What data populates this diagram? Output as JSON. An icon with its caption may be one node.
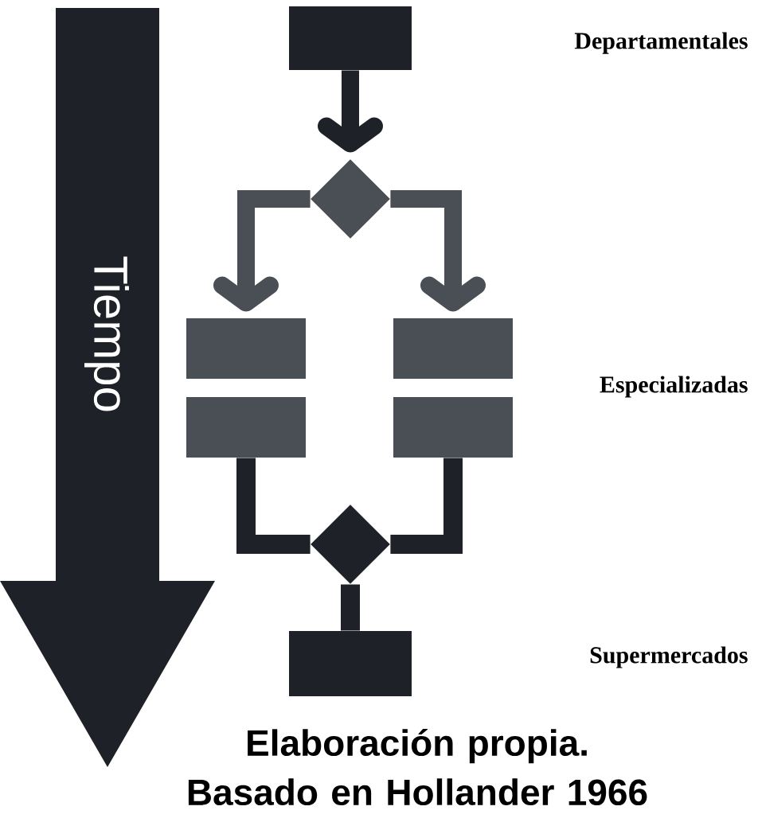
{
  "diagram": {
    "caption": "Elaboración propia. Basado en Hollander 1966",
    "nodes": [
      {
        "text": [
          "Tiempo"
        ]
      },
      {
        "text": [],
        "shape": "box"
      },
      {
        "text": [],
        "shape": "diamond"
      },
      {
        "text": [],
        "shape": "box"
      },
      {
        "text": [],
        "shape": "box"
      },
      {
        "text": [],
        "shape": "box"
      },
      {
        "text": [],
        "shape": "box"
      },
      {
        "text": [],
        "shape": "diamond"
      },
      {
        "text": [],
        "shape": "box"
      }
    ],
    "edges": [
      {
        "from": 1,
        "to": 2,
        "arrow": "to"
      },
      {
        "from": 2,
        "to": 3,
        "arrow": "to",
        "color": "#4a4f55"
      },
      {
        "from": 2,
        "to": 5,
        "arrow": "to",
        "color": "#4a4f55"
      },
      {
        "from": 4,
        "to": 7,
        "arrow": "none"
      },
      {
        "from": 6,
        "to": 7,
        "arrow": "none"
      },
      {
        "from": 7,
        "to": 8,
        "arrow": "none"
      }
    ],
    "labels": [
      "Departamentales",
      "Especializadas",
      "Supermercados"
    ]
  }
}
